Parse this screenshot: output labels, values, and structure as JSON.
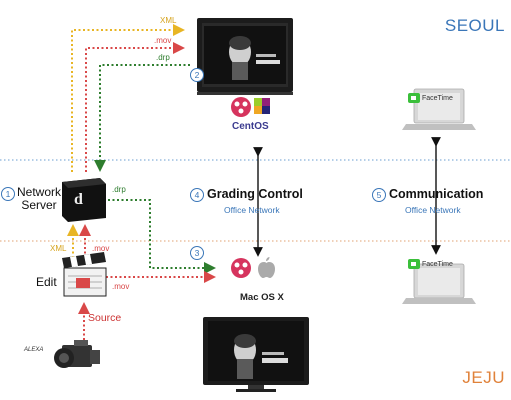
{
  "regions": {
    "seoul": "SEOUL",
    "jeju": "JEJU"
  },
  "network_server": {
    "number": "1",
    "label_line1": "Network",
    "label_line2": "Server"
  },
  "grading_monitor": {
    "number": "2"
  },
  "grading_control": {
    "number": "4",
    "title": "Grading Control",
    "subtitle": "Office Network"
  },
  "mac_station": {
    "number": "3",
    "os": "Mac OS X"
  },
  "communication": {
    "number": "5",
    "title": "Communication",
    "subtitle": "Office Network"
  },
  "edit": {
    "label": "Edit"
  },
  "centos": {
    "label": "CentOS"
  },
  "facetime": {
    "label_top": "FaceTime",
    "label_bottom": "FaceTime"
  },
  "camera": {
    "brand": "ALEXA"
  },
  "flows": {
    "xml_top": "XML",
    "mov_top": ".mov",
    "drp_top": ".drp",
    "drp_server": ".drp",
    "xml_edit": "XML",
    "mov_edit_up": ".mov",
    "mov_edit_right": ".mov",
    "source": "Source"
  },
  "colors": {
    "yellow": "#e8b524",
    "red": "#d94848",
    "green": "#2e7d2e",
    "blue": "#3a76b8",
    "orange": "#e0823a"
  }
}
